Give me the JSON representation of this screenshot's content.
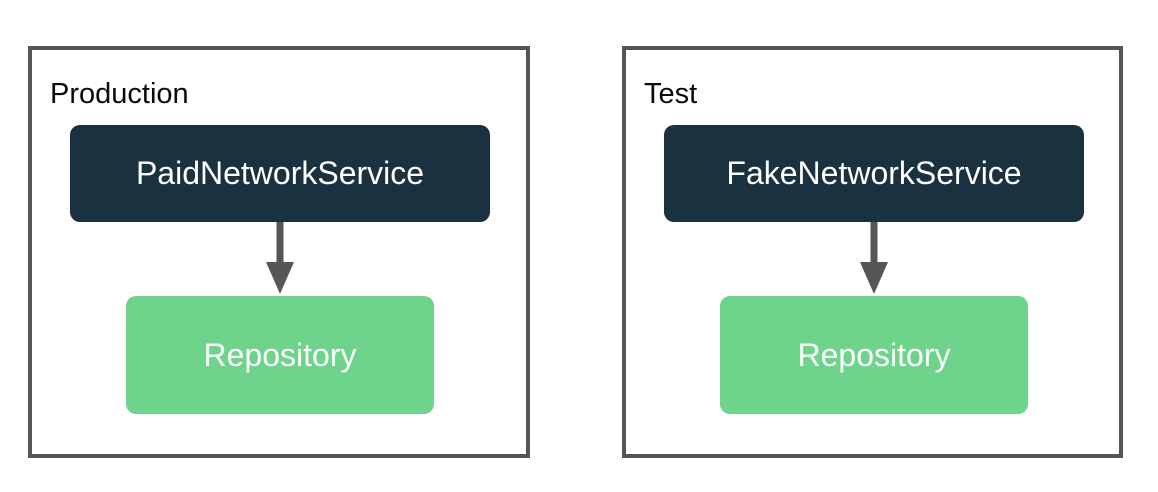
{
  "diagram": {
    "groups": [
      {
        "label": "Production",
        "service_label": "PaidNetworkService",
        "repository_label": "Repository"
      },
      {
        "label": "Test",
        "service_label": "FakeNetworkService",
        "repository_label": "Repository"
      }
    ],
    "colors": {
      "service_box": "#1a313f",
      "repository_box": "#6ed48c",
      "outer_border": "#565656",
      "arrow": "#565656",
      "node_text": "#ffffff",
      "label_text": "#0a0a0a",
      "background": "#ffffff"
    }
  }
}
